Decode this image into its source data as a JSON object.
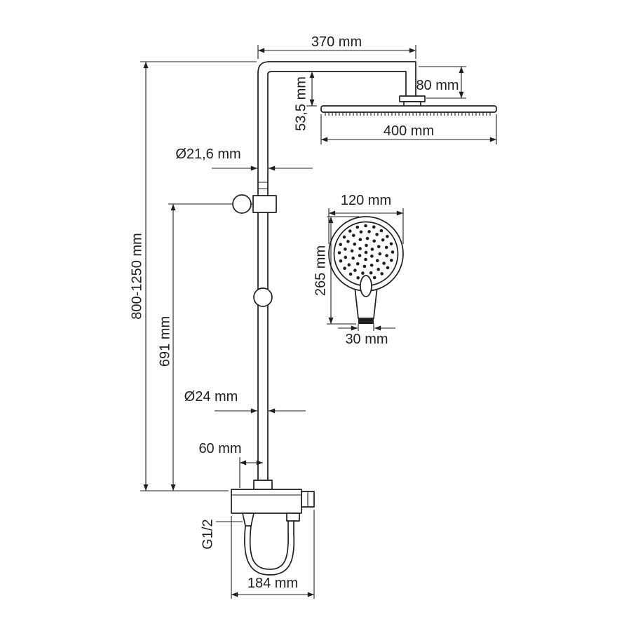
{
  "page": {
    "background": "#ffffff",
    "line_color": "#1f1f1f"
  },
  "diagram": {
    "type": "technical-drawing",
    "subject": "Shower column with overhead shower, hand shower and mixer — dimensional drawing",
    "dimensions": {
      "arm_length": "370 mm",
      "arm_drop": "80 mm",
      "head_to_arm": "53,5 mm",
      "overhead_width": "400 mm",
      "upper_pipe_diameter": "Ø21,6 mm",
      "total_height": "800-1250 mm",
      "bracket_to_base": "691 mm",
      "handshower_diameter": "120 mm",
      "handshower_length": "265 mm",
      "handshower_tip_width": "30 mm",
      "lower_pipe_diameter": "Ø24 mm",
      "outlet_offset": "60 mm",
      "thread_size": "G1/2",
      "mixer_width": "184 mm"
    }
  }
}
